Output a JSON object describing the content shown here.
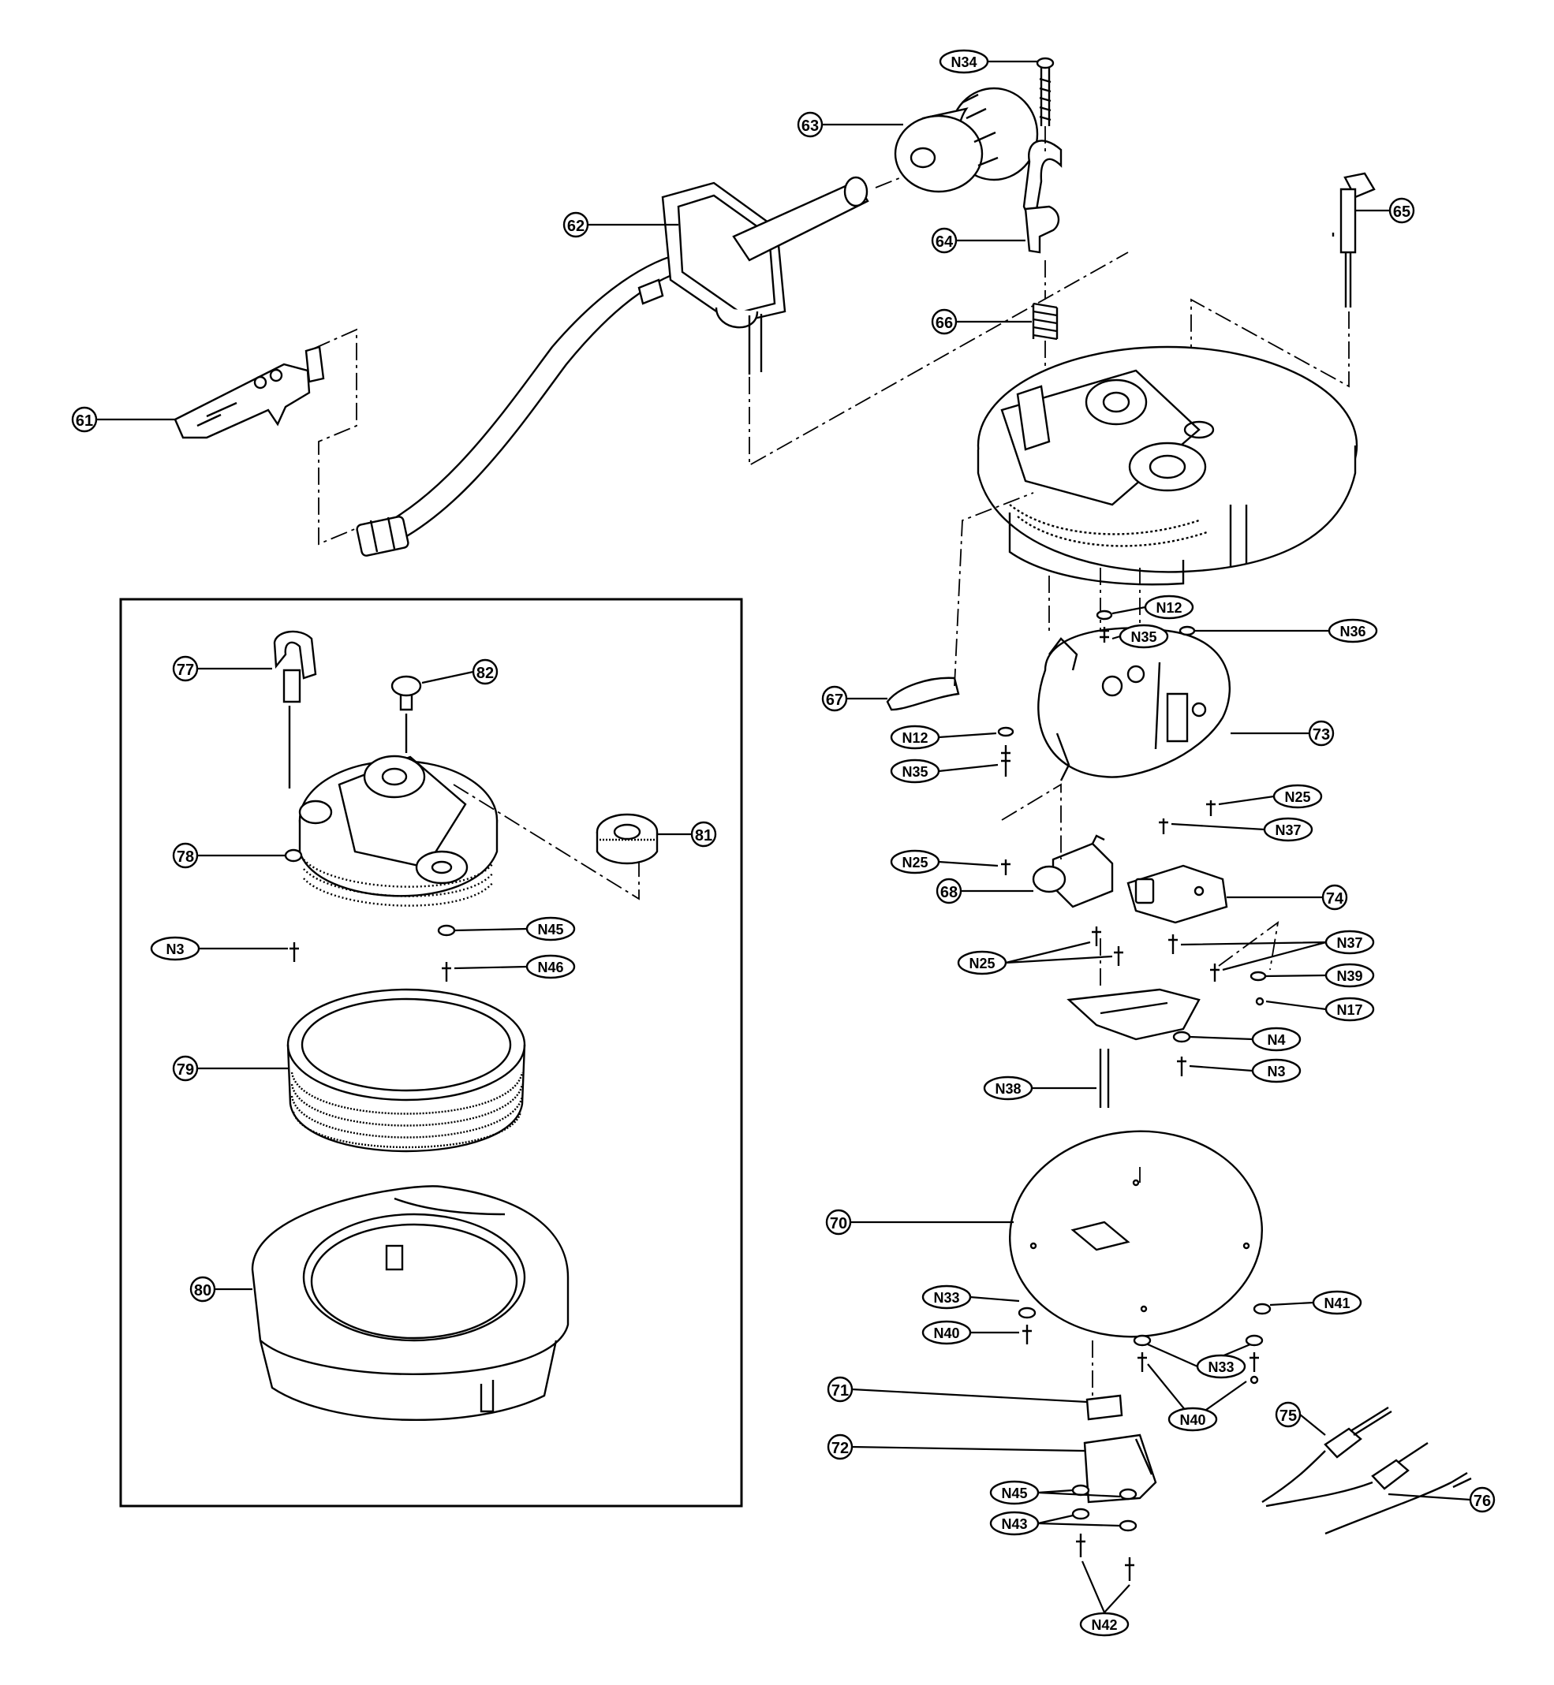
{
  "labels": {
    "p61": "61",
    "p62": "62",
    "p63": "63",
    "p64": "64",
    "p65": "65",
    "p66": "66",
    "p67": "67",
    "p68": "68",
    "p70": "70",
    "p71": "71",
    "p72": "72",
    "p73": "73",
    "p74": "74",
    "p75": "75",
    "p76": "76",
    "p77": "77",
    "p78": "78",
    "p79": "79",
    "p80": "80",
    "p81": "81",
    "p82": "82",
    "n3a": "N3",
    "n3b": "N3",
    "n4": "N4",
    "n12a": "N12",
    "n12b": "N12",
    "n17": "N17",
    "n25a": "N25",
    "n25b": "N25",
    "n25c": "N25",
    "n33a": "N33",
    "n33b": "N33",
    "n34": "N34",
    "n35a": "N35",
    "n35b": "N35",
    "n36": "N36",
    "n37a": "N37",
    "n37b": "N37",
    "n38": "N38",
    "n39": "N39",
    "n40a": "N40",
    "n40b": "N40",
    "n41": "N41",
    "n42": "N42",
    "n43": "N43",
    "n45a": "N45",
    "n45b": "N45",
    "n46": "N46"
  }
}
